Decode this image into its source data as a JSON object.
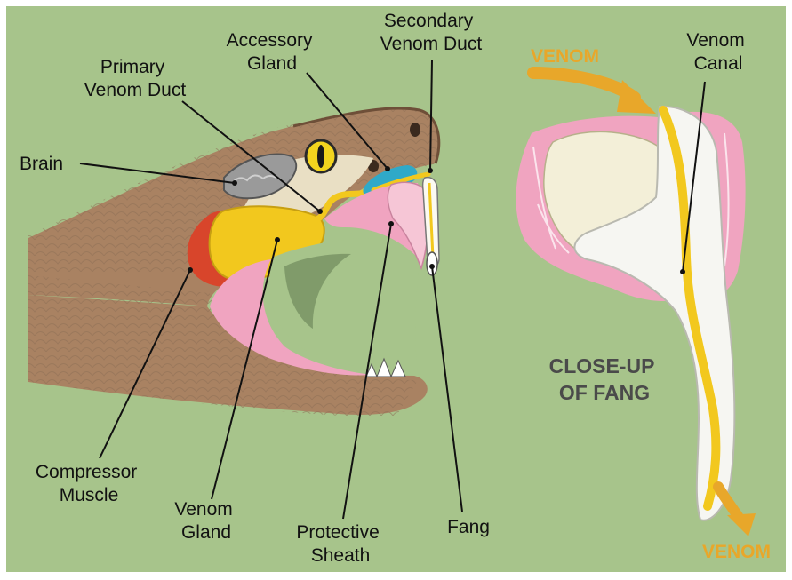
{
  "colors": {
    "background": "#a7c48b",
    "frame": "#ffffff",
    "skin": "#a98262",
    "skin_dark": "#7c5b43",
    "venom": "#f2c81e",
    "muscle": "#d8452b",
    "pink": "#f0a4c0",
    "bone": "#f3efd8",
    "arrow": "#e8a72a",
    "accessory": "#2fa9c8",
    "text": "#111111",
    "closeup_text": "#4a4a4a"
  },
  "labels": {
    "brain": "Brain",
    "primary_duct": [
      "Primary",
      "Venom Duct"
    ],
    "accessory_gland": [
      "Accessory",
      "Gland"
    ],
    "secondary_duct": [
      "Secondary",
      "Venom Duct"
    ],
    "venom_canal": [
      "Venom",
      "Canal"
    ],
    "compressor_muscle": [
      "Compressor",
      "Muscle"
    ],
    "venom_gland": [
      "Venom",
      "Gland"
    ],
    "protective_sheath": [
      "Protective",
      "Sheath"
    ],
    "fang": "Fang",
    "closeup_title": [
      "CLOSE-UP",
      "OF FANG"
    ],
    "venom_in": "VENOM",
    "venom_out": "VENOM"
  }
}
